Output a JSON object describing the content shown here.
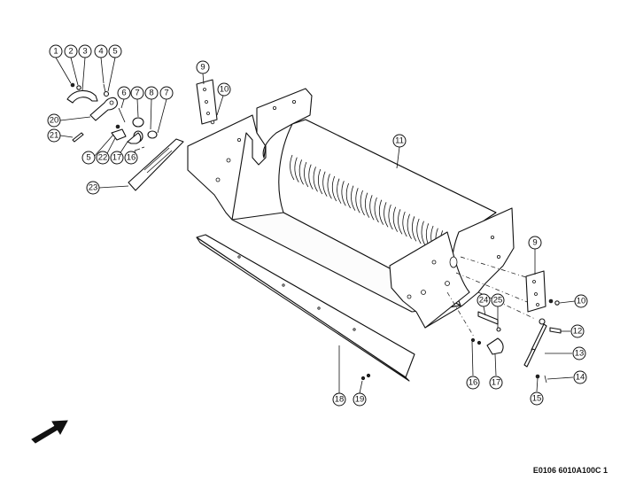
{
  "diagram": {
    "reference_code": "E0106 6010A100C 1",
    "callouts": [
      {
        "id": "c1",
        "label": "1"
      },
      {
        "id": "c2",
        "label": "2"
      },
      {
        "id": "c3",
        "label": "3"
      },
      {
        "id": "c4",
        "label": "4"
      },
      {
        "id": "c5a",
        "label": "5"
      },
      {
        "id": "c6",
        "label": "6"
      },
      {
        "id": "c7a",
        "label": "7"
      },
      {
        "id": "c8",
        "label": "8"
      },
      {
        "id": "c7b",
        "label": "7"
      },
      {
        "id": "c20",
        "label": "20"
      },
      {
        "id": "c21",
        "label": "21"
      },
      {
        "id": "c5b",
        "label": "5"
      },
      {
        "id": "c22",
        "label": "22"
      },
      {
        "id": "c17a",
        "label": "17"
      },
      {
        "id": "c16a",
        "label": "16"
      },
      {
        "id": "c23",
        "label": "23"
      },
      {
        "id": "c9a",
        "label": "9"
      },
      {
        "id": "c10a",
        "label": "10"
      },
      {
        "id": "c11",
        "label": "11"
      },
      {
        "id": "c9b",
        "label": "9"
      },
      {
        "id": "c10b",
        "label": "10"
      },
      {
        "id": "c24",
        "label": "24"
      },
      {
        "id": "c25",
        "label": "25"
      },
      {
        "id": "c12",
        "label": "12"
      },
      {
        "id": "c13",
        "label": "13"
      },
      {
        "id": "c14",
        "label": "14"
      },
      {
        "id": "c15",
        "label": "15"
      },
      {
        "id": "c16b",
        "label": "16"
      },
      {
        "id": "c17b",
        "label": "17"
      },
      {
        "id": "c18",
        "label": "18"
      },
      {
        "id": "c19",
        "label": "19"
      }
    ]
  }
}
